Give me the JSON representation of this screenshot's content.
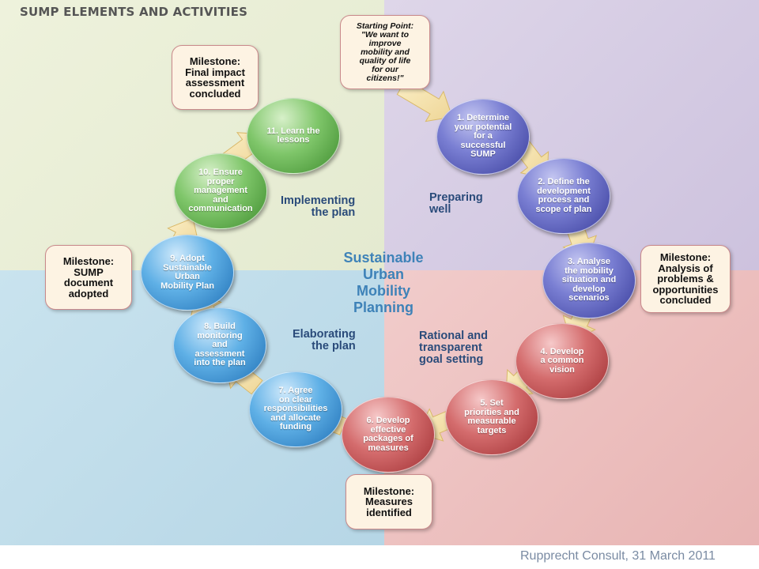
{
  "title": "SUMP ELEMENTS AND ACTIVITIES",
  "center_label": "Sustainable\nUrban\nMobility\nPlanning",
  "phases": {
    "preparing": "Preparing\nwell",
    "goal": "Rational and\ntransparent\ngoal setting",
    "elaborating": "Elaborating\nthe plan",
    "implementing": "Implementing\nthe plan"
  },
  "starting_point": "Starting Point:\n\"We want to\nimprove\nmobility and\nquality of life\nfor our\ncitizens!\"",
  "steps": [
    "1. Determine\nyour potential\nfor a\nsuccessful\nSUMP",
    "2. Define the\ndevelopment\nprocess and\nscope of plan",
    "3. Analyse\nthe mobility\nsituation and\ndevelop\nscenarios",
    "4. Develop\na common\nvision",
    "5. Set\npriorities and\nmeasurable\ntargets",
    "6. Develop\neffective\npackages of\nmeasures",
    "7. Agree\non clear\nresponsibilities\nand allocate\nfunding",
    "8. Build\nmonitoring\nand\nassessment\ninto the plan",
    "9. Adopt\nSustainable\nUrban\nMobility Plan",
    "10. Ensure\nproper\nmanagement\nand\ncommunication",
    "11. Learn the\nlessons"
  ],
  "milestones": {
    "final": "Milestone:\nFinal impact\nassessment\nconcluded",
    "analysis": "Milestone:\nAnalysis of\nproblems &\nopportunities\nconcluded",
    "measures": "Milestone:\nMeasures\nidentified",
    "adopted": "Milestone:\nSUMP\ndocument\nadopted"
  },
  "footer": "Rupprecht Consult, 31 March 2011",
  "colors": {
    "preparing_quadrant": "#d5cde4",
    "goal_quadrant": "#edc2c1",
    "elaborating_quadrant": "#c0dcea",
    "implementing_quadrant": "#e9eed6",
    "arrow": "#f6e2a8"
  }
}
